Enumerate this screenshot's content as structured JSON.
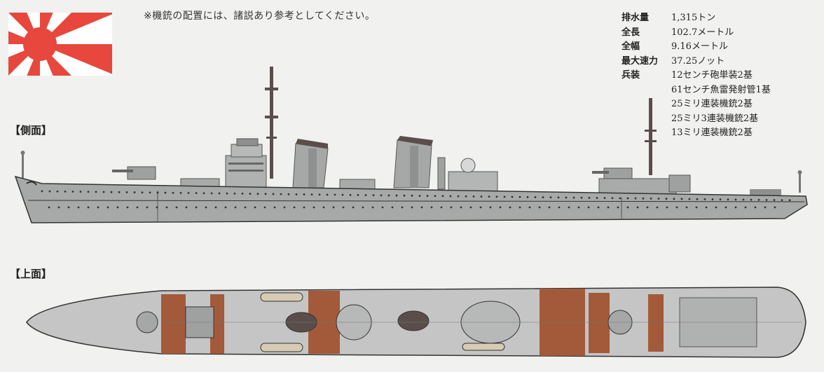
{
  "note": "※機銃の配置には、諸説あり参考としてください。",
  "flag_name": "rising-sun-flag",
  "specs": [
    {
      "label": "排水量",
      "values": [
        "1,315トン"
      ]
    },
    {
      "label": "全長",
      "values": [
        "102.7メートル"
      ]
    },
    {
      "label": "全幅",
      "values": [
        "9.16メートル"
      ]
    },
    {
      "label": "最大速力",
      "values": [
        "37.25ノット"
      ]
    },
    {
      "label": "兵装",
      "values": [
        "12センチ砲単装2基",
        "61センチ魚雷発射管1基",
        "25ミリ連装機銃2基",
        "25ミリ3連装機銃2基",
        "13ミリ連装機銃2基"
      ]
    }
  ],
  "labels": {
    "side": "【側面】",
    "top": "【上面】"
  },
  "colors": {
    "background": "#f1f1ef",
    "hull_gray": "#a7a9a8",
    "deck_gray": "#c4c5c4",
    "wood_deck": "#a25a3a",
    "funnel_dark": "#5b4e4a",
    "flag_red": "#e7473c"
  }
}
